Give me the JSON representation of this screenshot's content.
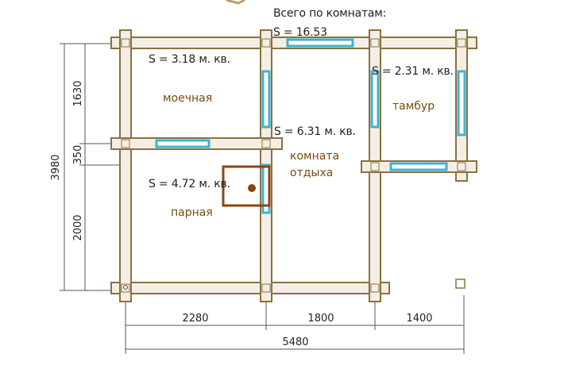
{
  "header": {
    "total_label": "Всего по комнатам:"
  },
  "areas": {
    "total": "S   =  16.53",
    "moechnaya": "S   =  3.18  м. кв.",
    "komnata": "S   =  6.31  м. кв.",
    "tambur": "S   =  2.31  м. кв.",
    "parnaya": "S   =  4.72  м. кв."
  },
  "rooms": {
    "moechnaya": "моечная",
    "komnata_line1": "комната",
    "komnata_line2": "отдыха",
    "tambur": "тамбур",
    "parnaya": "парная"
  },
  "dimensions": {
    "vertical": [
      "1630",
      "350",
      "2000"
    ],
    "vertical_total": "3980",
    "horizontal": [
      "2280",
      "1800",
      "1400"
    ],
    "horizontal_total": "5480"
  },
  "colors": {
    "wall_fill": "#f3efe4",
    "wall_stroke": "#8b7040",
    "window": "#3fb2cc",
    "stove": "#8b4513",
    "room_text": "#7a4a10"
  }
}
